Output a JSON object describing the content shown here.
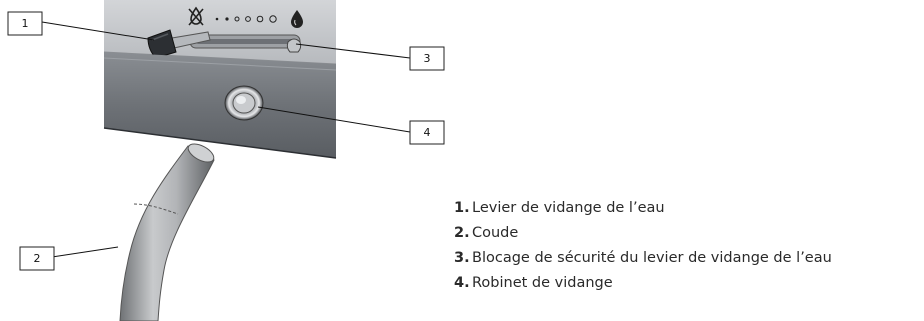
{
  "callouts": [
    {
      "number": "1"
    },
    {
      "number": "2"
    },
    {
      "number": "3"
    },
    {
      "number": "4"
    }
  ],
  "legend": [
    {
      "number": "1.",
      "text": "Levier de vidange de l’eau"
    },
    {
      "number": "2.",
      "text": "Coude"
    },
    {
      "number": "3.",
      "text": "Blocage de sécurité du levier de vidange de l’eau"
    },
    {
      "number": "4.",
      "text": "Robinet de vidange"
    }
  ],
  "icons": {
    "panel_left": "no-water-icon",
    "panel_right": "water-drop-icon",
    "level_dots": "level-dots-icon"
  },
  "colors": {
    "panel_top": "#bcbfc3",
    "panel_front": "#6f7378",
    "lever_grip": "#2c2f33",
    "hose": "#a9abae",
    "line": "#111111"
  }
}
